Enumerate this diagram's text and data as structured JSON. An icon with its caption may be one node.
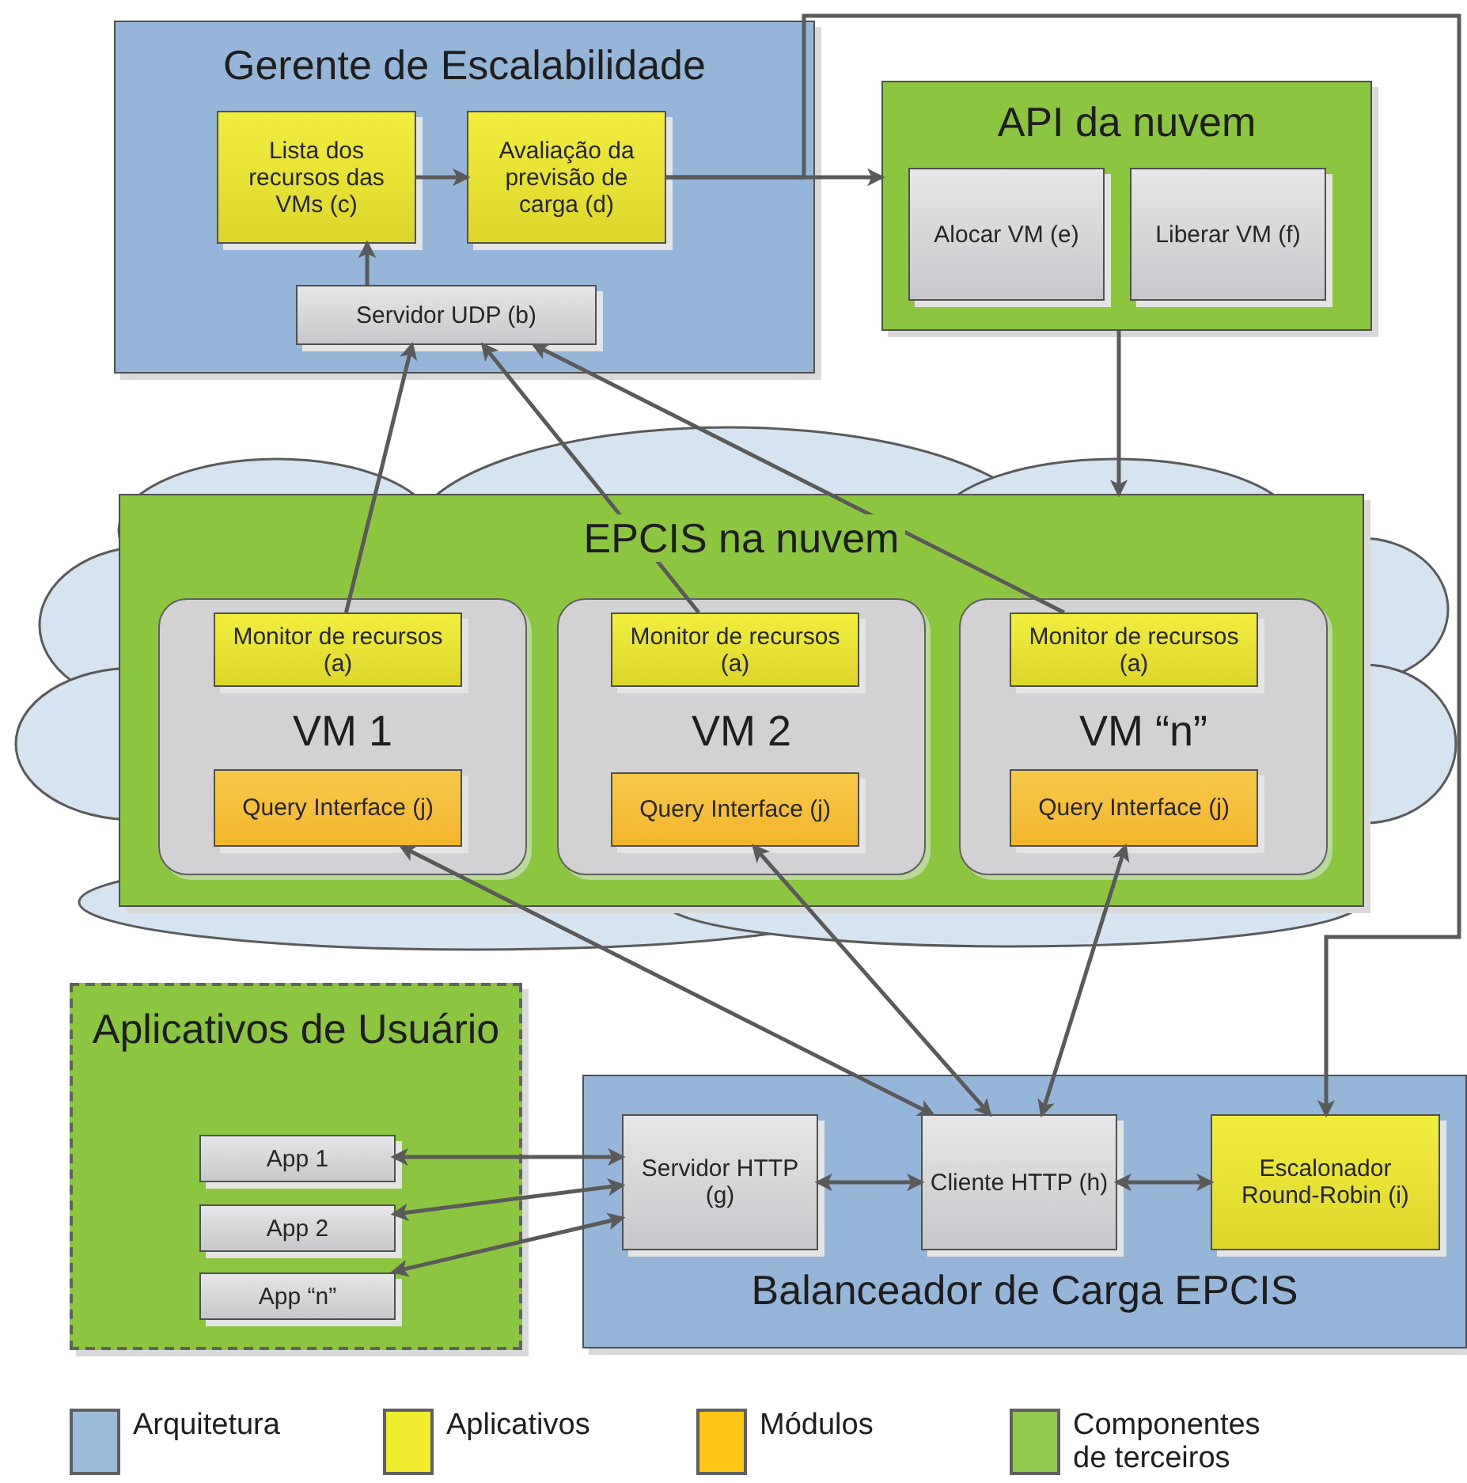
{
  "diagram": {
    "nodes": [
      {
        "text": [
          "Gerente de Escalabilidade"
        ]
      },
      {
        "text": [
          "Lista dos recursos das VMs (c)"
        ],
        "in": 0
      },
      {
        "text": [
          "Avaliação da previsão de carga (d)"
        ],
        "in": 0
      },
      {
        "text": [
          "Servidor UDP (b)"
        ],
        "in": 0
      },
      {
        "text": [
          "API da nuvem"
        ]
      },
      {
        "text": [
          "Alocar VM (e)"
        ],
        "in": 4
      },
      {
        "text": [
          "Liberar VM (f)"
        ],
        "in": 4
      },
      {
        "text": [
          "EPCIS na nuvem"
        ]
      },
      {
        "text": [
          "VM 1"
        ],
        "in": 7
      },
      {
        "text": [
          "Monitor de recursos (a)"
        ],
        "in": 8
      },
      {
        "text": [
          "Query Interface (j)"
        ],
        "in": 8
      },
      {
        "text": [
          "VM 2"
        ],
        "in": 7
      },
      {
        "text": [
          "Monitor de recursos (a)"
        ],
        "in": 11
      },
      {
        "text": [
          "Query Interface (j)"
        ],
        "in": 11
      },
      {
        "text": [
          "VM “n”"
        ],
        "in": 7
      },
      {
        "text": [
          "Monitor de recursos (a)"
        ],
        "in": 14
      },
      {
        "text": [
          "Query Interface (j)"
        ],
        "in": 14
      },
      {
        "text": [
          "Aplicativos de Usuário"
        ]
      },
      {
        "text": [
          "App 1"
        ],
        "in": 17
      },
      {
        "text": [
          "App 2"
        ],
        "in": 17
      },
      {
        "text": [
          "App “n”"
        ],
        "in": 17
      },
      {
        "text": [
          "Balanceador de Carga EPCIS"
        ]
      },
      {
        "text": [
          "Servidor HTTP (g)"
        ],
        "in": 21
      },
      {
        "text": [
          "Cliente HTTP (h)"
        ],
        "in": 21
      },
      {
        "text": [
          "Escalonador Round-Robin (i)"
        ],
        "in": 21
      }
    ],
    "edges": [
      {
        "from": 3,
        "to": 1,
        "arrow": "to"
      },
      {
        "from": 1,
        "to": 2,
        "arrow": "to"
      },
      {
        "from": 2,
        "to": 4,
        "arrow": "to"
      },
      {
        "from": 2,
        "to": 24,
        "arrow": "to"
      },
      {
        "from": 4,
        "to": 7,
        "arrow": "to"
      },
      {
        "from": 9,
        "to": 3,
        "arrow": "to"
      },
      {
        "from": 12,
        "to": 3,
        "arrow": "to"
      },
      {
        "from": 15,
        "to": 3,
        "arrow": "to"
      },
      {
        "from": 23,
        "to": 10,
        "arrow": "both"
      },
      {
        "from": 23,
        "to": 13,
        "arrow": "both"
      },
      {
        "from": 23,
        "to": 16,
        "arrow": "both"
      },
      {
        "from": 18,
        "to": 22,
        "arrow": "both"
      },
      {
        "from": 19,
        "to": 22,
        "arrow": "both"
      },
      {
        "from": 20,
        "to": 22,
        "arrow": "both"
      },
      {
        "from": 22,
        "to": 23,
        "arrow": "both"
      },
      {
        "from": 23,
        "to": 24,
        "arrow": "both"
      }
    ],
    "legend": [
      {
        "text": "Arquitetura",
        "color": "#9dbcdc"
      },
      {
        "text": "Aplicativos",
        "color": "#f0ec30"
      },
      {
        "text": "Módulos",
        "color": "#fdc515"
      },
      {
        "text": "Componentes de terceiros",
        "color": "#92c84e"
      }
    ]
  }
}
